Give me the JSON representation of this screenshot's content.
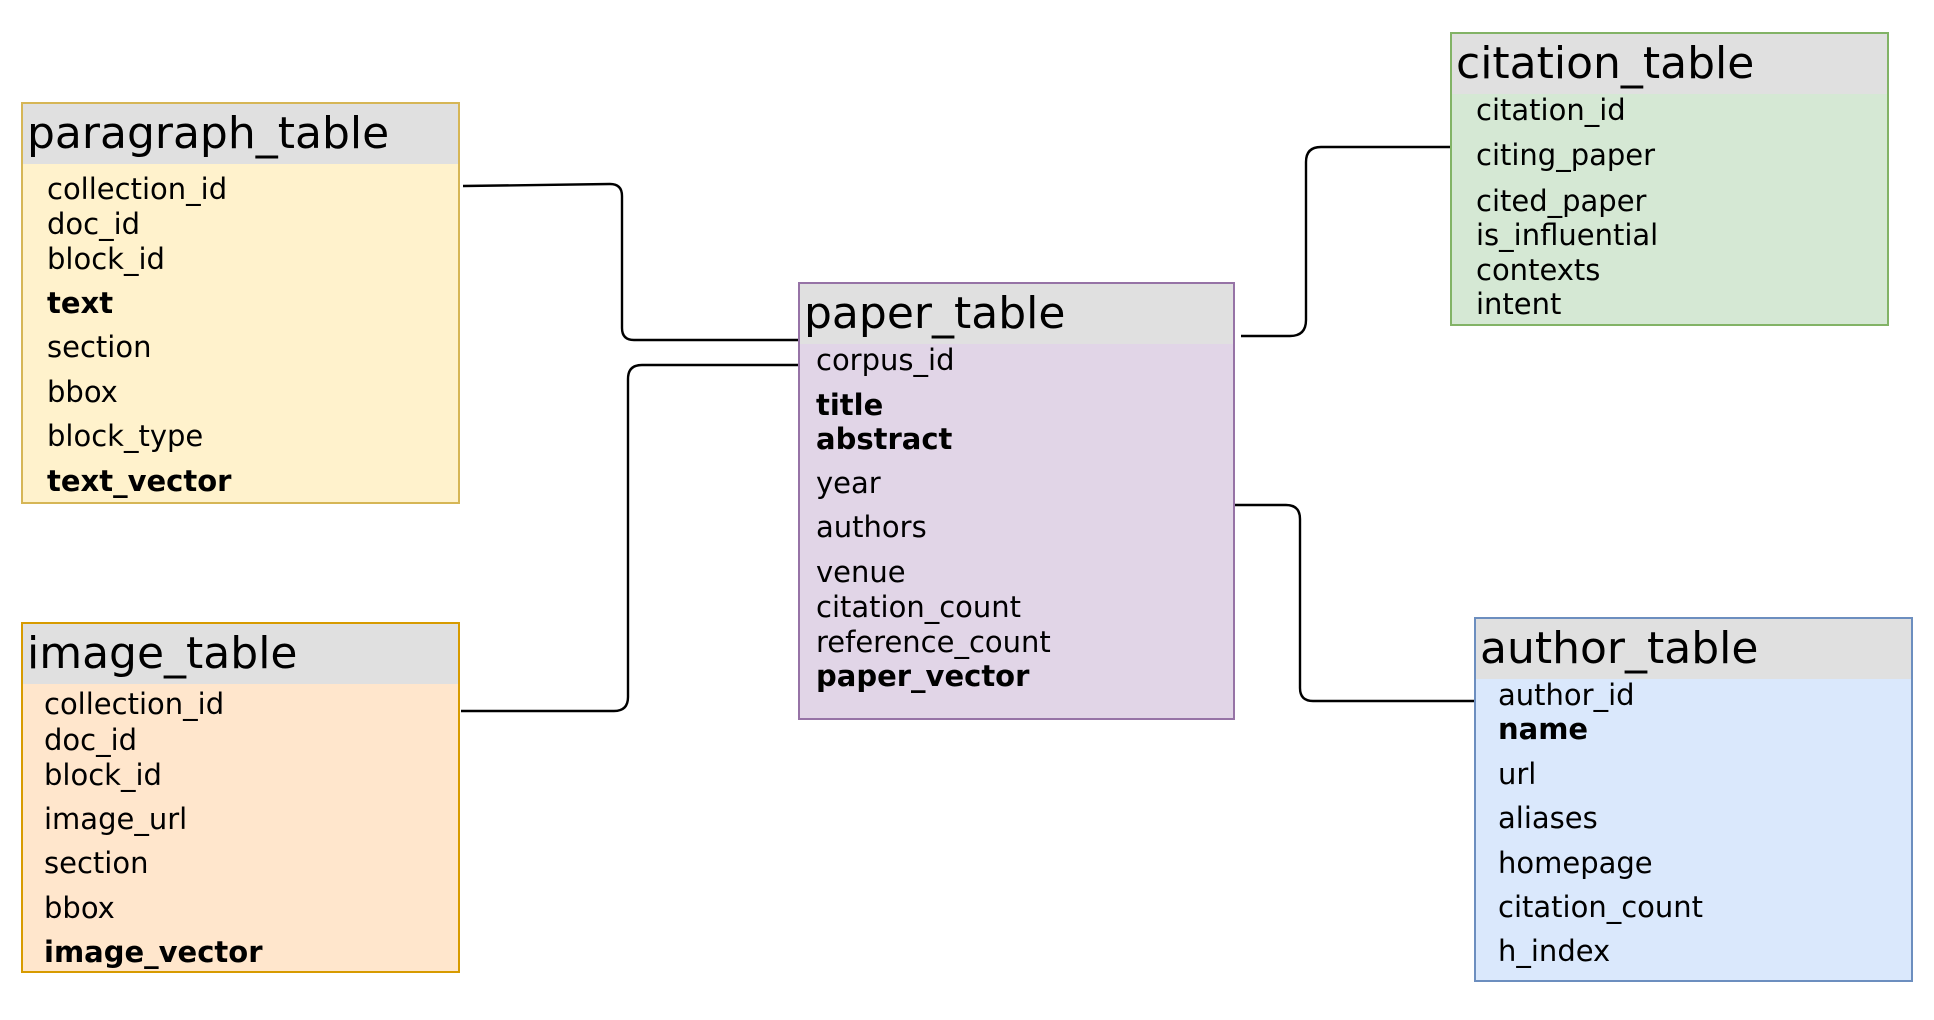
{
  "colors": {
    "header_bg": "#e0e0e0",
    "paragraph": {
      "fill": "#fff2cc",
      "border": "#d6b656"
    },
    "image": {
      "fill": "#ffe6cc",
      "border": "#d79b00"
    },
    "paper": {
      "fill": "#e1d5e7",
      "border": "#9673a6"
    },
    "citation": {
      "fill": "#d5e8d4",
      "border": "#82b366"
    },
    "author": {
      "fill": "#dae8fc",
      "border": "#6c8ebf"
    },
    "connector": "#000000"
  },
  "tables": {
    "paragraph": {
      "name": "paragraph_table",
      "fields": [
        {
          "label": "collection_id",
          "bold": false
        },
        {
          "label": "doc_id",
          "bold": false
        },
        {
          "label": "block_id",
          "bold": false
        },
        {
          "label": "text",
          "bold": true
        },
        {
          "label": "section",
          "bold": false
        },
        {
          "label": "bbox",
          "bold": false
        },
        {
          "label": "block_type",
          "bold": false
        },
        {
          "label": "text_vector",
          "bold": true
        }
      ]
    },
    "image": {
      "name": "image_table",
      "fields": [
        {
          "label": "collection_id",
          "bold": false
        },
        {
          "label": "doc_id",
          "bold": false
        },
        {
          "label": "block_id",
          "bold": false
        },
        {
          "label": "image_url",
          "bold": false
        },
        {
          "label": "section",
          "bold": false
        },
        {
          "label": "bbox",
          "bold": false
        },
        {
          "label": "image_vector",
          "bold": true
        }
      ]
    },
    "paper": {
      "name": "paper_table",
      "fields": [
        {
          "label": "corpus_id",
          "bold": false
        },
        {
          "label": "title",
          "bold": true
        },
        {
          "label": "abstract",
          "bold": true
        },
        {
          "label": "year",
          "bold": false
        },
        {
          "label": "authors",
          "bold": false
        },
        {
          "label": "venue",
          "bold": false
        },
        {
          "label": "citation_count",
          "bold": false
        },
        {
          "label": "reference_count",
          "bold": false
        },
        {
          "label": "paper_vector",
          "bold": true
        }
      ]
    },
    "citation": {
      "name": "citation_table",
      "fields": [
        {
          "label": "citation_id",
          "bold": false
        },
        {
          "label": "citing_paper",
          "bold": false
        },
        {
          "label": "cited_paper",
          "bold": false
        },
        {
          "label": "is_influential",
          "bold": false
        },
        {
          "label": "contexts",
          "bold": false
        },
        {
          "label": "intent",
          "bold": false
        }
      ]
    },
    "author": {
      "name": "author_table",
      "fields": [
        {
          "label": "author_id",
          "bold": false
        },
        {
          "label": "name",
          "bold": true
        },
        {
          "label": "url",
          "bold": false
        },
        {
          "label": "aliases",
          "bold": false
        },
        {
          "label": "homepage",
          "bold": false
        },
        {
          "label": "citation_count",
          "bold": false
        },
        {
          "label": "h_index",
          "bold": false
        }
      ]
    }
  }
}
